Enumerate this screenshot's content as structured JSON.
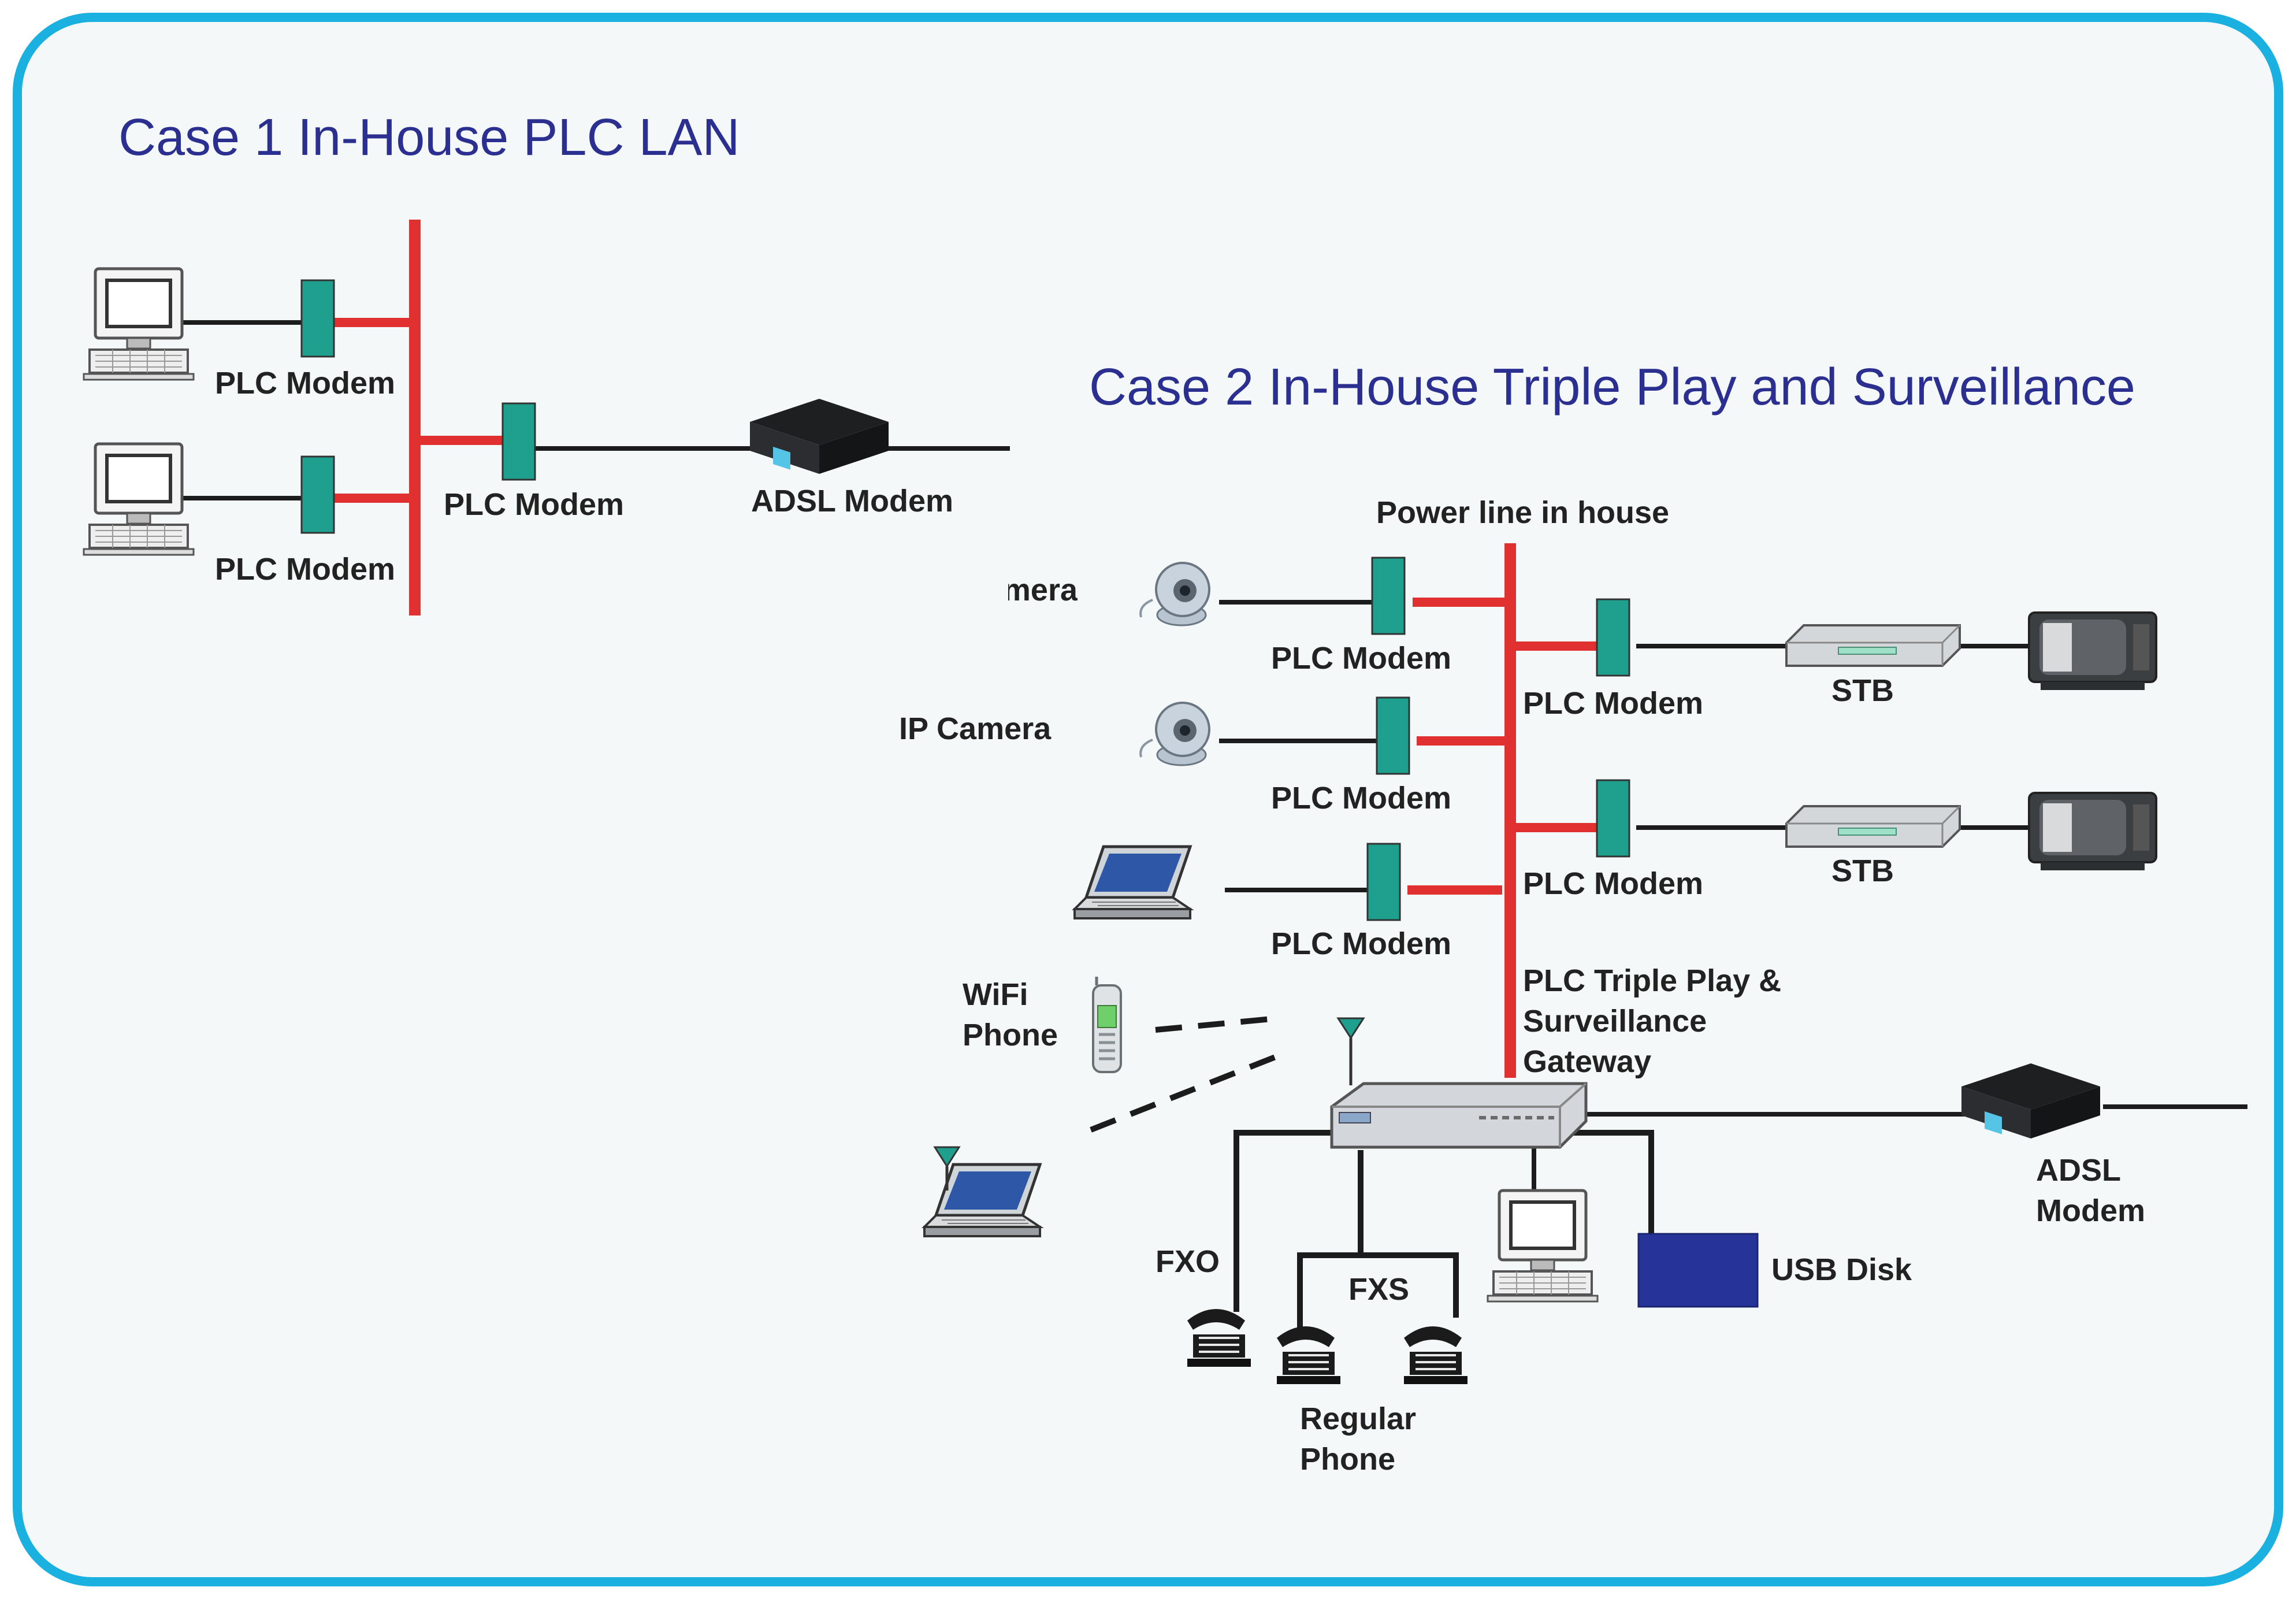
{
  "colors": {
    "frame": "#1ab0e0",
    "background": "#f5f8f8",
    "power_line": "#e03030",
    "plc_modem": "#1fa08e",
    "title_text": "#2b2f8f",
    "usb_disk": "#26349a"
  },
  "case1": {
    "title": "Case 1 In-House PLC LAN",
    "modem_label_pc1": "PLC Modem",
    "modem_label_pc2": "PLC Modem",
    "modem_label_center": "PLC Modem",
    "adsl_label": "ADSL Modem"
  },
  "case2": {
    "title": "Case 2 In-House Triple Play and Surveillance",
    "power_line_label": "Power line in house",
    "camera1_label": "IP Camera",
    "camera2_label": "IP Camera",
    "modem_cam1": "PLC Modem",
    "modem_cam2": "PLC Modem",
    "modem_laptop": "PLC Modem",
    "modem_stb1": "PLC Modem",
    "modem_stb2": "PLC Modem",
    "stb1_label": "STB",
    "stb2_label": "STB",
    "gateway_lines": [
      "PLC Triple Play &",
      "Surveillance",
      "Gateway"
    ],
    "wifi_lines": [
      "WiFi",
      "Phone"
    ],
    "fxo_label": "FXO",
    "fxs_label": "FXS",
    "usb_label": "USB Disk",
    "adsl_lines": [
      "ADSL",
      "Modem"
    ],
    "phone_lines": [
      "Regular",
      "Phone"
    ]
  },
  "icons": [
    "desktop-pc-icon",
    "ip-camera-icon",
    "laptop-icon",
    "set-top-box-icon",
    "tv-icon",
    "adsl-modem-icon",
    "gateway-icon",
    "wifi-phone-icon",
    "telephone-icon",
    "usb-disk-icon",
    "antenna-icon"
  ]
}
